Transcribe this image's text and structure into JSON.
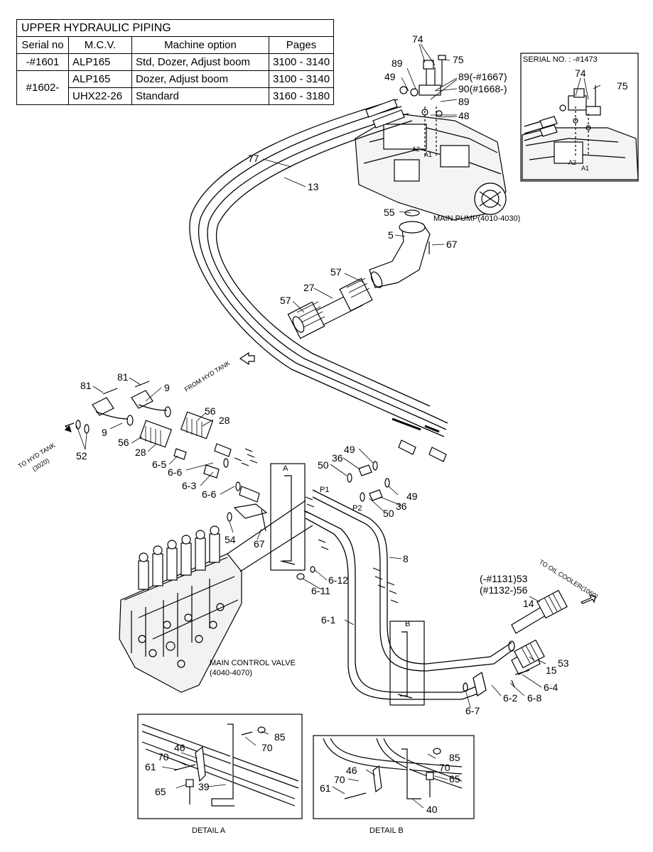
{
  "table": {
    "title": "UPPER HYDRAULIC PIPING",
    "headers": [
      "Serial no",
      "M.C.V.",
      "Machine option",
      "Pages"
    ],
    "rows": [
      {
        "serial": "-#1601",
        "mcv": "ALP165",
        "option": "Std, Dozer, Adjust boom",
        "pages": "3100 - 3140"
      },
      {
        "serial": "#1602-",
        "mcv": "ALP165",
        "option": "Dozer, Adjust boom",
        "pages": "3100 - 3140"
      },
      {
        "serial": "",
        "mcv": "UHX22-26",
        "option": "Standard",
        "pages": "3160 - 3180"
      }
    ]
  },
  "inset": {
    "title": "SERIAL NO. : -#1473",
    "labels": {
      "l74": "74",
      "l75": "75",
      "a2": "A2",
      "a1": "A1"
    }
  },
  "components": {
    "main_pump": "MAIN PUMP(4010-4030)",
    "main_control_valve": "MAIN CONTROL VALVE",
    "main_control_valve_pages": "(4040-4070)",
    "from_hyd_tank": "FROM HYD TANK",
    "to_hyd_tank": "TO HYD TANK",
    "to_hyd_tank_page": "(3020)",
    "to_oil_cooler": "TO OIL COOLER(1060)",
    "port_a2": "A2",
    "port_a1": "A1",
    "port_p1": "P1",
    "port_p2": "P2",
    "detail_a_tag": "A",
    "detail_b_tag": "B"
  },
  "part_labels": {
    "p74": "74",
    "p75": "75",
    "p89a": "89",
    "p89b": "89(-#1667)",
    "p90": "90(#1668-)",
    "p89c": "89",
    "p49a": "49",
    "p48": "48",
    "p77": "77",
    "p13": "13",
    "p55": "55",
    "p5": "5",
    "p67a": "67",
    "p57a": "57",
    "p27": "27",
    "p57b": "57",
    "p81a": "81",
    "p81b": "81",
    "p9a": "9",
    "p9b": "9",
    "p52": "52",
    "p56a": "56",
    "p28a": "28",
    "p56b": "56",
    "p28b": "28",
    "p6_5": "6-5",
    "p6_6a": "6-6",
    "p6_3": "6-3",
    "p6_6b": "6-6",
    "p54": "54",
    "p67b": "67",
    "p50a": "50",
    "p36a": "36",
    "p49b": "49",
    "p49c": "49",
    "p36b": "36",
    "p50b": "50",
    "p8": "8",
    "p6_12": "6-12",
    "p6_11": "6-11",
    "p6_1": "6-1",
    "p53a": "(-#1131)53",
    "p56c": "(#1132-)56",
    "p14": "14",
    "p53b": "53",
    "p15": "15",
    "p6_4": "6-4",
    "p6_2": "6-2",
    "p6_8": "6-8",
    "p6_7": "6-7"
  },
  "detail_a": {
    "caption": "DETAIL A",
    "labels": {
      "p85": "85",
      "p70a": "70",
      "p46": "46",
      "p70b": "70",
      "p61": "61",
      "p65": "65",
      "p39": "39"
    }
  },
  "detail_b": {
    "caption": "DETAIL B",
    "labels": {
      "p85": "85",
      "p70a": "70",
      "p65": "65",
      "p46": "46",
      "p70b": "70",
      "p61": "61",
      "p40": "40"
    }
  }
}
